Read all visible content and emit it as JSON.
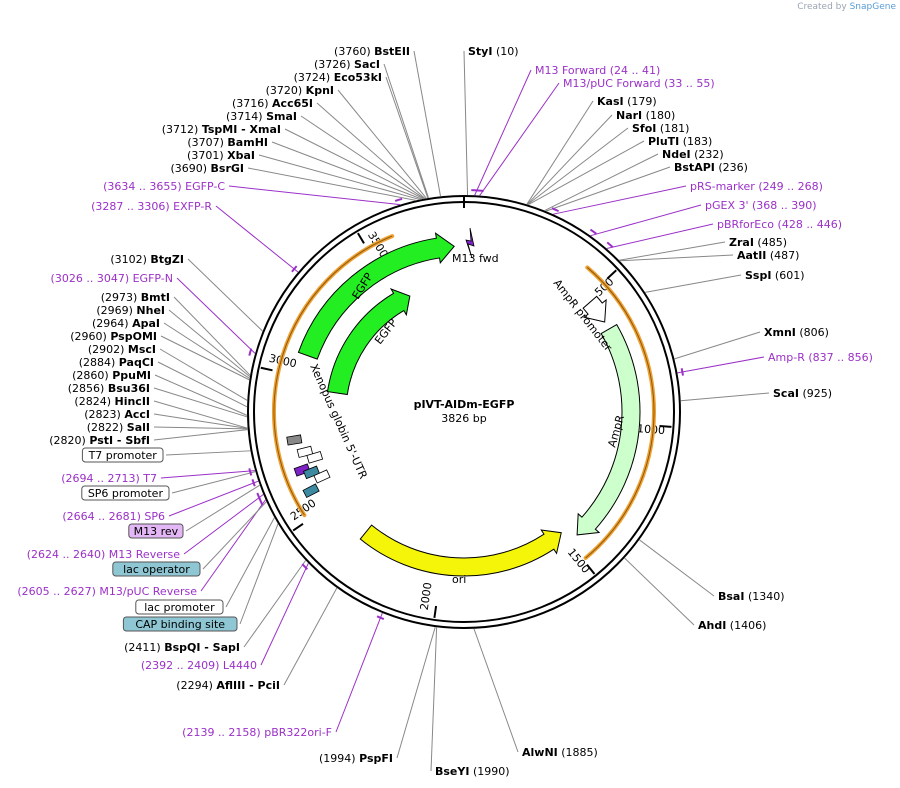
{
  "credit": {
    "prefix": "Created by",
    "brand": "SnapGene"
  },
  "plasmid": {
    "name": "pIVT-AIDm-EGFP",
    "length_label": "3826 bp",
    "total_bp": 3826
  },
  "ticks": [
    {
      "pos": 500,
      "label": "500"
    },
    {
      "pos": 1000,
      "label": "1000"
    },
    {
      "pos": 1500,
      "label": "1500"
    },
    {
      "pos": 2000,
      "label": "2000"
    },
    {
      "pos": 2500,
      "label": "2500"
    },
    {
      "pos": 3000,
      "label": "3000"
    },
    {
      "pos": 3500,
      "label": "3500"
    }
  ],
  "enzymes_right": [
    {
      "name": "StyI",
      "pos": "(10)"
    },
    {
      "name": "KasI",
      "pos": "(179)"
    },
    {
      "name": "NarI",
      "pos": "(180)"
    },
    {
      "name": "SfoI",
      "pos": "(181)"
    },
    {
      "name": "PluTI",
      "pos": "(183)"
    },
    {
      "name": "NdeI",
      "pos": "(232)"
    },
    {
      "name": "BstAPI",
      "pos": "(236)"
    },
    {
      "name": "ZraI",
      "pos": "(485)"
    },
    {
      "name": "AatII",
      "pos": "(487)"
    },
    {
      "name": "SspI",
      "pos": "(601)"
    },
    {
      "name": "XmnI",
      "pos": "(806)"
    },
    {
      "name": "ScaI",
      "pos": "(925)"
    },
    {
      "name": "BsaI",
      "pos": "(1340)"
    },
    {
      "name": "AhdI",
      "pos": "(1406)"
    },
    {
      "name": "AlwNI",
      "pos": "(1885)"
    },
    {
      "name": "BseYI",
      "pos": "(1990)"
    }
  ],
  "enzymes_left": [
    {
      "name": "BstEII",
      "pos": "(3760)"
    },
    {
      "name": "SacI",
      "pos": "(3726)"
    },
    {
      "name": "Eco53kI",
      "pos": "(3724)"
    },
    {
      "name": "KpnI",
      "pos": "(3720)"
    },
    {
      "name": "Acc65I",
      "pos": "(3716)"
    },
    {
      "name": "SmaI",
      "pos": "(3714)"
    },
    {
      "name": "TspMI - XmaI",
      "pos": "(3712)"
    },
    {
      "name": "BamHI",
      "pos": "(3707)"
    },
    {
      "name": "XbaI",
      "pos": "(3701)"
    },
    {
      "name": "BsrGI",
      "pos": "(3690)"
    },
    {
      "name": "BtgZI",
      "pos": "(3102)"
    },
    {
      "name": "BmtI",
      "pos": "(2973)"
    },
    {
      "name": "NheI",
      "pos": "(2969)"
    },
    {
      "name": "ApaI",
      "pos": "(2964)"
    },
    {
      "name": "PspOMI",
      "pos": "(2960)"
    },
    {
      "name": "MscI",
      "pos": "(2902)"
    },
    {
      "name": "PaqCI",
      "pos": "(2884)"
    },
    {
      "name": "PpuMI",
      "pos": "(2860)"
    },
    {
      "name": "Bsu36I",
      "pos": "(2856)"
    },
    {
      "name": "HincII",
      "pos": "(2824)"
    },
    {
      "name": "AccI",
      "pos": "(2823)"
    },
    {
      "name": "SalI",
      "pos": "(2822)"
    },
    {
      "name": "PstI - SbfI",
      "pos": "(2820)"
    },
    {
      "name": "BspQI - SapI",
      "pos": "(2411)"
    },
    {
      "name": "AflIII - PciI",
      "pos": "(2294)"
    },
    {
      "name": "PspFI",
      "pos": "(1994)"
    }
  ],
  "primers_right": [
    {
      "name": "M13 Forward",
      "range": "(24 .. 41)"
    },
    {
      "name": "M13/pUC Forward",
      "range": "(33 .. 55)"
    },
    {
      "name": "pRS-marker",
      "range": "(249 .. 268)"
    },
    {
      "name": "pGEX 3'",
      "range": "(368 .. 390)"
    },
    {
      "name": "pBRforEco",
      "range": "(428 .. 446)"
    },
    {
      "name": "Amp-R",
      "range": "(837 .. 856)"
    }
  ],
  "primers_left": [
    {
      "name": "EGFP-C",
      "range": "(3634 .. 3655)"
    },
    {
      "name": "EXFP-R",
      "range": "(3287 .. 3306)"
    },
    {
      "name": "EGFP-N",
      "range": "(3026 .. 3047)"
    },
    {
      "name": "T7",
      "range": "(2694 .. 2713)"
    },
    {
      "name": "SP6",
      "range": "(2664 .. 2681)"
    },
    {
      "name": "M13 Reverse",
      "range": "(2624 .. 2640)"
    },
    {
      "name": "M13/pUC Reverse",
      "range": "(2605 .. 2627)"
    },
    {
      "name": "L4440",
      "range": "(2392 .. 2409)"
    },
    {
      "name": "pBR322ori-F",
      "range": "(2139 .. 2158)"
    }
  ],
  "feature_boxes": [
    {
      "name": "T7 promoter",
      "color": "#ffffff"
    },
    {
      "name": "SP6 promoter",
      "color": "#ffffff"
    },
    {
      "name": "M13 rev",
      "color": "#e3b7f5"
    },
    {
      "name": "lac operator",
      "color": "#8ec6d3"
    },
    {
      "name": "lac promoter",
      "color": "#ffffff"
    },
    {
      "name": "CAP binding site",
      "color": "#8ec6d3"
    }
  ],
  "features": {
    "egfp_outer": "EGFP",
    "egfp_inner": "EGFP",
    "xenopus": "Xenopus globin 5'-UTR",
    "m13fwd": "M13 fwd",
    "ampr_promoter": "AmpR promoter",
    "ampr": "AmpR",
    "ori": "ori"
  },
  "colors": {
    "egfp": "#22ee22",
    "ampr": "#ccffcc",
    "ori": "#f5f50a",
    "orf": "#f0a030",
    "primer": "#9b30c8",
    "m13": "#7e22c8",
    "cap": "#3d8aa0"
  }
}
